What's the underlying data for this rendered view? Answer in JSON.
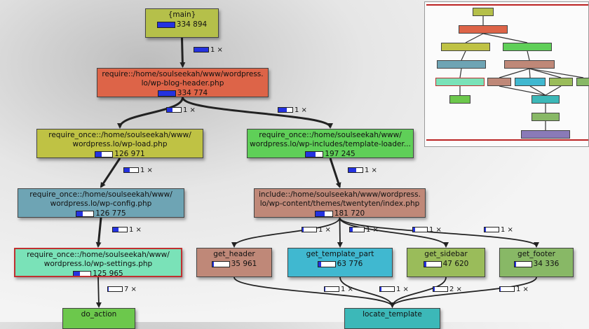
{
  "nodes": [
    {
      "id": "main",
      "title": "{main}",
      "cost": "334 894",
      "fill": 1.0,
      "color": "#b5c04a"
    },
    {
      "id": "blog_header",
      "title": "require::/home/soulseekah/www/wordpress.\nlo/wp-blog-header.php",
      "cost": "334 774",
      "fill": 1.0,
      "color": "#dd6448"
    },
    {
      "id": "wp_load",
      "title": "require_once::/home/soulseekah/www/\nwordpress.lo/wp-load.php",
      "cost": "126 971",
      "fill": 0.38,
      "color": "#bfc244"
    },
    {
      "id": "template_loader",
      "title": "require_once::/home/soulseekah/www/\nwordpress.lo/wp-includes/template-loader...",
      "cost": "197 245",
      "fill": 0.59,
      "color": "#5fcf58"
    },
    {
      "id": "wp_config",
      "title": "require_once::/home/soulseekah/www/\nwordpress.lo/wp-config.php",
      "cost": "126 775",
      "fill": 0.38,
      "color": "#6ea4b4"
    },
    {
      "id": "index_php",
      "title": "include::/home/soulseekah/www/wordpress.\nlo/wp-content/themes/twentyten/index.php",
      "cost": "181 720",
      "fill": 0.54,
      "color": "#bf8878"
    },
    {
      "id": "wp_settings",
      "title": "require_once::/home/soulseekah/www/\nwordpress.lo/wp-settings.php",
      "cost": "125 965",
      "fill": 0.38,
      "color": "#7ae2b8"
    },
    {
      "id": "get_header",
      "title": "get_header",
      "cost": "35 961",
      "fill": 0.11,
      "color": "#bf8878"
    },
    {
      "id": "get_template_part",
      "title": "get_template_part",
      "cost": "63 776",
      "fill": 0.19,
      "color": "#40b8d0"
    },
    {
      "id": "get_sidebar",
      "title": "get_sidebar",
      "cost": "47 620",
      "fill": 0.14,
      "color": "#9abc5a"
    },
    {
      "id": "get_footer",
      "title": "get_footer",
      "cost": "34 336",
      "fill": 0.1,
      "color": "#88b866"
    },
    {
      "id": "do_action",
      "title": "do_action",
      "cost": "",
      "fill": 0,
      "color": "#6cc84c"
    },
    {
      "id": "locate_template",
      "title": "locate_template",
      "cost": "",
      "fill": 0,
      "color": "#3cb8b8"
    }
  ],
  "edges": [
    {
      "from": "main",
      "to": "blog_header",
      "label": "1 ×",
      "fill": 1.0
    },
    {
      "from": "blog_header",
      "to": "wp_load",
      "label": "1 ×",
      "fill": 0.38
    },
    {
      "from": "blog_header",
      "to": "template_loader",
      "label": "1 ×",
      "fill": 0.59
    },
    {
      "from": "wp_load",
      "to": "wp_config",
      "label": "1 ×",
      "fill": 0.38
    },
    {
      "from": "template_loader",
      "to": "index_php",
      "label": "1 ×",
      "fill": 0.54
    },
    {
      "from": "wp_config",
      "to": "wp_settings",
      "label": "1 ×",
      "fill": 0.38
    },
    {
      "from": "index_php",
      "to": "get_header",
      "label": "1 ×",
      "fill": 0.11
    },
    {
      "from": "index_php",
      "to": "get_template_part",
      "label": "1 ×",
      "fill": 0.19
    },
    {
      "from": "index_php",
      "to": "get_sidebar",
      "label": "1 ×",
      "fill": 0.14
    },
    {
      "from": "index_php",
      "to": "get_footer",
      "label": "1 ×",
      "fill": 0.1
    },
    {
      "from": "wp_settings",
      "to": "do_action",
      "label": "7 ×",
      "fill": 0.05
    },
    {
      "from": "get_header",
      "to": "locate_template",
      "label": "1 ×",
      "fill": 0.05
    },
    {
      "from": "get_template_part",
      "to": "locate_template",
      "label": "1 ×",
      "fill": 0.1
    },
    {
      "from": "get_sidebar",
      "to": "locate_template",
      "label": "2 ×",
      "fill": 0.08
    },
    {
      "from": "get_footer",
      "to": "locate_template",
      "label": "1 ×",
      "fill": 0.05
    }
  ],
  "minimap_colors": [
    "#b5c04a",
    "#dd6448",
    "#bfc244",
    "#5fcf58",
    "#6ea4b4",
    "#bf8878",
    "#7ae2b8",
    "#bf8878",
    "#40b8d0",
    "#9abc5a",
    "#88b866",
    "#6cc84c",
    "#3cb8b8",
    "#88b866",
    "#8a7ab8"
  ],
  "colors": {
    "bar_fill": "#2432e0",
    "selected_border": "#c03030"
  }
}
